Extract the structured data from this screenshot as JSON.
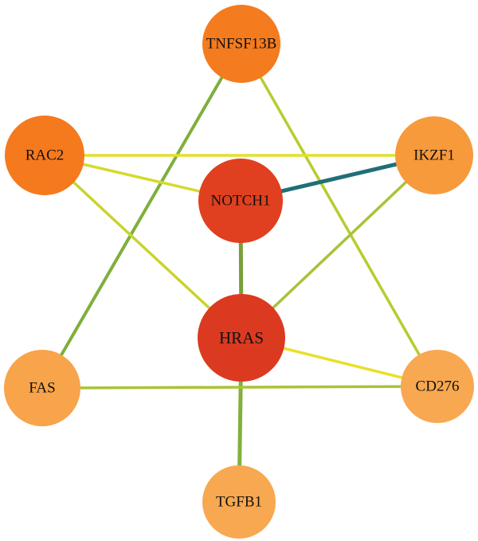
{
  "nodes": [
    {
      "id": "TNFSF13B",
      "label": "TNFSF13B",
      "color": "#F57B1F"
    },
    {
      "id": "RAC2",
      "label": "RAC2",
      "color": "#F57A1E"
    },
    {
      "id": "IKZF1",
      "label": "IKZF1",
      "color": "#F79A3C"
    },
    {
      "id": "NOTCH1",
      "label": "NOTCH1",
      "color": "#E0401F"
    },
    {
      "id": "HRAS",
      "label": "HRAS",
      "color": "#DB3A20"
    },
    {
      "id": "FAS",
      "label": "FAS",
      "color": "#F7A44A"
    },
    {
      "id": "CD276",
      "label": "CD276",
      "color": "#F8A850"
    },
    {
      "id": "TGFB1",
      "label": "TGFB1",
      "color": "#F8A850"
    }
  ],
  "edges": [
    {
      "source": "TNFSF13B",
      "target": "FAS",
      "color": "#7FAF3C"
    },
    {
      "source": "TNFSF13B",
      "target": "CD276",
      "color": "#B8CC2E"
    },
    {
      "source": "RAC2",
      "target": "IKZF1",
      "color": "#E2E02C"
    },
    {
      "source": "RAC2",
      "target": "NOTCH1",
      "color": "#D4DA2C"
    },
    {
      "source": "RAC2",
      "target": "HRAS",
      "color": "#C8D42E"
    },
    {
      "source": "NOTCH1",
      "target": "IKZF1",
      "color": "#1F6F78"
    },
    {
      "source": "NOTCH1",
      "target": "HRAS",
      "color": "#7A9E3A"
    },
    {
      "source": "IKZF1",
      "target": "HRAS",
      "color": "#A6C43A"
    },
    {
      "source": "HRAS",
      "target": "CD276",
      "color": "#E8E02C"
    },
    {
      "source": "HRAS",
      "target": "TGFB1",
      "color": "#82B03C"
    },
    {
      "source": "FAS",
      "target": "CD276",
      "color": "#A8C438"
    }
  ]
}
